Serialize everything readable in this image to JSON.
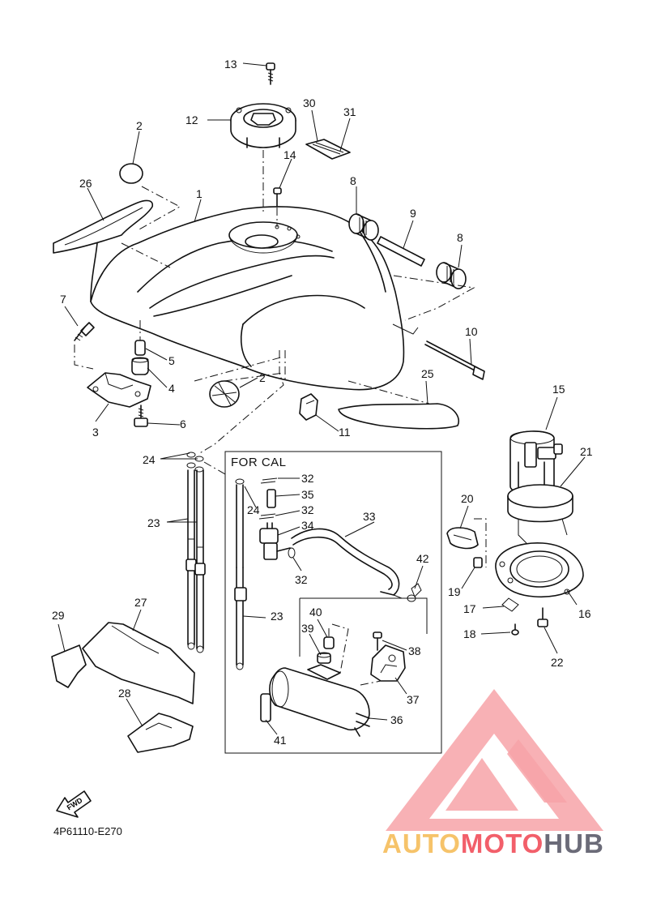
{
  "diagram": {
    "box_title": "FOR CAL",
    "figure_code": "4P61110-E270",
    "fwd_label": "FWD",
    "callouts": [
      {
        "id": "c13",
        "text": "13"
      },
      {
        "id": "c12",
        "text": "12"
      },
      {
        "id": "c30",
        "text": "30"
      },
      {
        "id": "c31",
        "text": "31"
      },
      {
        "id": "c2a",
        "text": "2"
      },
      {
        "id": "c14",
        "text": "14"
      },
      {
        "id": "c8a",
        "text": "8"
      },
      {
        "id": "c26",
        "text": "26"
      },
      {
        "id": "c1",
        "text": "1"
      },
      {
        "id": "c9",
        "text": "9"
      },
      {
        "id": "c8b",
        "text": "8"
      },
      {
        "id": "c7",
        "text": "7"
      },
      {
        "id": "c10",
        "text": "10"
      },
      {
        "id": "c5",
        "text": "5"
      },
      {
        "id": "c2b",
        "text": "2"
      },
      {
        "id": "c4",
        "text": "4"
      },
      {
        "id": "c25",
        "text": "25"
      },
      {
        "id": "c3",
        "text": "3"
      },
      {
        "id": "c15",
        "text": "15"
      },
      {
        "id": "c6",
        "text": "6"
      },
      {
        "id": "c11",
        "text": "11"
      },
      {
        "id": "c24a",
        "text": "24"
      },
      {
        "id": "c21",
        "text": "21"
      },
      {
        "id": "c32a",
        "text": "32"
      },
      {
        "id": "c35",
        "text": "35"
      },
      {
        "id": "c20",
        "text": "20"
      },
      {
        "id": "c24b",
        "text": "24"
      },
      {
        "id": "c32b",
        "text": "32"
      },
      {
        "id": "c23a",
        "text": "23"
      },
      {
        "id": "c33",
        "text": "33"
      },
      {
        "id": "c34",
        "text": "34"
      },
      {
        "id": "c42",
        "text": "42"
      },
      {
        "id": "c32c",
        "text": "32"
      },
      {
        "id": "c19",
        "text": "19"
      },
      {
        "id": "c16",
        "text": "16"
      },
      {
        "id": "c17",
        "text": "17"
      },
      {
        "id": "c27",
        "text": "27"
      },
      {
        "id": "c29",
        "text": "29"
      },
      {
        "id": "c23b",
        "text": "23"
      },
      {
        "id": "c40",
        "text": "40"
      },
      {
        "id": "c18",
        "text": "18"
      },
      {
        "id": "c39",
        "text": "39"
      },
      {
        "id": "c38",
        "text": "38"
      },
      {
        "id": "c22",
        "text": "22"
      },
      {
        "id": "c37",
        "text": "37"
      },
      {
        "id": "c28",
        "text": "28"
      },
      {
        "id": "c36",
        "text": "36"
      },
      {
        "id": "c41",
        "text": "41"
      }
    ]
  },
  "watermark": {
    "word_part1": "AUTO",
    "word_part2": "MOTO",
    "word_part3": "HUB",
    "color_triangle": "#f7a3a8",
    "color_auto": "#f6c36a",
    "color_moto": "#f25f6a",
    "color_hub": "#6b6b78"
  }
}
